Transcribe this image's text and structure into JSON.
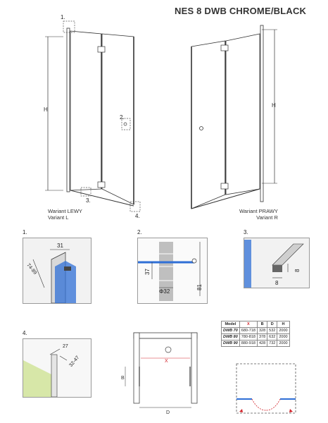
{
  "title": "NES 8 DWB CHROME/BLACK",
  "variant_left": [
    "Wariant LEWY",
    "Variant L"
  ],
  "variant_right": [
    "Wariant PRAWY",
    "Variant R"
  ],
  "callouts": {
    "c1": "1.",
    "c2": "2.",
    "c3": "3.",
    "c4": "4."
  },
  "dimension_h": "H",
  "details": {
    "d1": {
      "label": "1.",
      "dim_a": "31",
      "dim_b": "74-89"
    },
    "d2": {
      "label": "2.",
      "dim_a": "37",
      "dim_b": "81",
      "dim_c": "Φ32"
    },
    "d3": {
      "label": "3.",
      "dim_a": "8",
      "dim_b": "8"
    },
    "d4": {
      "label": "4.",
      "dim_a": "27",
      "dim_b": "32-47"
    }
  },
  "plan": {
    "x": "X",
    "b": "B",
    "d": "D"
  },
  "spec_table": {
    "headers": [
      "Model",
      "X",
      "B",
      "D",
      "H"
    ],
    "rows": [
      [
        "DWB 70",
        "680-718",
        "328",
        "532",
        "2000"
      ],
      [
        "DWB 80",
        "780-818",
        "378",
        "632",
        "2000"
      ],
      [
        "DWB 90",
        "880-918",
        "428",
        "732",
        "2000"
      ]
    ]
  },
  "colors": {
    "glass": "#2f6fd6",
    "accent": "#d2232a",
    "frame": "#333333"
  }
}
